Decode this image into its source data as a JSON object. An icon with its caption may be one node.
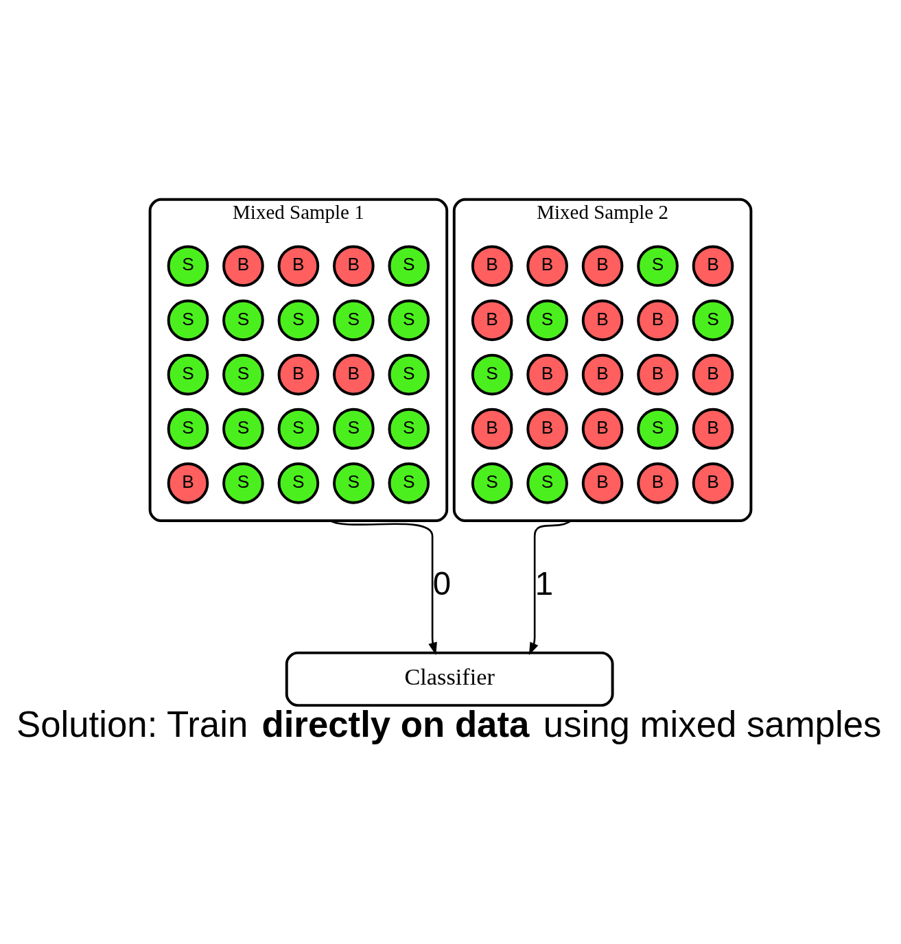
{
  "diagram": {
    "caption": "Solution: Train **directly on data** using mixed samples",
    "nodes": [
      {
        "text": [
          "Mixed Sample 1"
        ]
      },
      {
        "text": [
          "S"
        ],
        "in": 0
      },
      {
        "text": [
          "B"
        ],
        "in": 0
      },
      {
        "text": [
          "B"
        ],
        "in": 0
      },
      {
        "text": [
          "B"
        ],
        "in": 0
      },
      {
        "text": [
          "S"
        ],
        "in": 0
      },
      {
        "text": [
          "S"
        ],
        "in": 0
      },
      {
        "text": [
          "S"
        ],
        "in": 0
      },
      {
        "text": [
          "S"
        ],
        "in": 0
      },
      {
        "text": [
          "S"
        ],
        "in": 0
      },
      {
        "text": [
          "S"
        ],
        "in": 0
      },
      {
        "text": [
          "S"
        ],
        "in": 0
      },
      {
        "text": [
          "S"
        ],
        "in": 0
      },
      {
        "text": [
          "B"
        ],
        "in": 0
      },
      {
        "text": [
          "B"
        ],
        "in": 0
      },
      {
        "text": [
          "S"
        ],
        "in": 0
      },
      {
        "text": [
          "S"
        ],
        "in": 0
      },
      {
        "text": [
          "S"
        ],
        "in": 0
      },
      {
        "text": [
          "S"
        ],
        "in": 0
      },
      {
        "text": [
          "S"
        ],
        "in": 0
      },
      {
        "text": [
          "S"
        ],
        "in": 0
      },
      {
        "text": [
          "B"
        ],
        "in": 0
      },
      {
        "text": [
          "S"
        ],
        "in": 0
      },
      {
        "text": [
          "S"
        ],
        "in": 0
      },
      {
        "text": [
          "S"
        ],
        "in": 0
      },
      {
        "text": [
          "S"
        ],
        "in": 0
      },
      {
        "text": [
          "Mixed Sample 2"
        ]
      },
      {
        "text": [
          "B"
        ],
        "in": 26
      },
      {
        "text": [
          "B"
        ],
        "in": 26
      },
      {
        "text": [
          "B"
        ],
        "in": 26
      },
      {
        "text": [
          "S"
        ],
        "in": 26
      },
      {
        "text": [
          "B"
        ],
        "in": 26
      },
      {
        "text": [
          "B"
        ],
        "in": 26
      },
      {
        "text": [
          "S"
        ],
        "in": 26
      },
      {
        "text": [
          "B"
        ],
        "in": 26
      },
      {
        "text": [
          "B"
        ],
        "in": 26
      },
      {
        "text": [
          "S"
        ],
        "in": 26
      },
      {
        "text": [
          "S"
        ],
        "in": 26
      },
      {
        "text": [
          "B"
        ],
        "in": 26
      },
      {
        "text": [
          "B"
        ],
        "in": 26
      },
      {
        "text": [
          "B"
        ],
        "in": 26
      },
      {
        "text": [
          "B"
        ],
        "in": 26
      },
      {
        "text": [
          "B"
        ],
        "in": 26
      },
      {
        "text": [
          "B"
        ],
        "in": 26
      },
      {
        "text": [
          "B"
        ],
        "in": 26
      },
      {
        "text": [
          "S"
        ],
        "in": 26
      },
      {
        "text": [
          "B"
        ],
        "in": 26
      },
      {
        "text": [
          "S"
        ],
        "in": 26
      },
      {
        "text": [
          "S"
        ],
        "in": 26
      },
      {
        "text": [
          "B"
        ],
        "in": 26
      },
      {
        "text": [
          "B"
        ],
        "in": 26
      },
      {
        "text": [
          "B"
        ],
        "in": 26
      },
      {
        "text": [
          "Classifier"
        ]
      }
    ],
    "edges": [
      {
        "from": 0,
        "to": 52,
        "arrow": "to",
        "label": "0"
      },
      {
        "from": 26,
        "to": 52,
        "arrow": "to",
        "label": "1"
      }
    ]
  }
}
